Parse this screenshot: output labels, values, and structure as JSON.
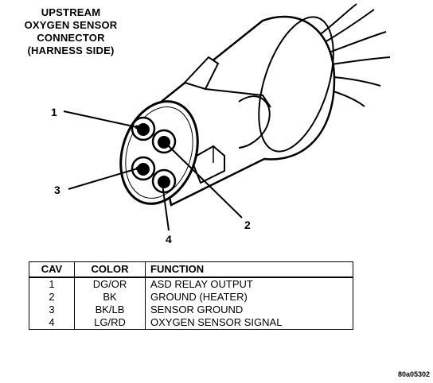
{
  "title_lines": [
    "UPSTREAM",
    "OXYGEN SENSOR",
    "CONNECTOR",
    "(HARNESS SIDE)"
  ],
  "callouts": [
    "1",
    "2",
    "3",
    "4"
  ],
  "table": {
    "headers": [
      "CAV",
      "COLOR",
      "FUNCTION"
    ],
    "rows": [
      [
        "1",
        "DG/OR",
        "ASD RELAY OUTPUT"
      ],
      [
        "2",
        "BK",
        "GROUND (HEATER)"
      ],
      [
        "3",
        "BK/LB",
        "SENSOR GROUND"
      ],
      [
        "4",
        "LG/RD",
        "OXYGEN SENSOR SIGNAL"
      ]
    ]
  },
  "reference_code": "80a05302"
}
